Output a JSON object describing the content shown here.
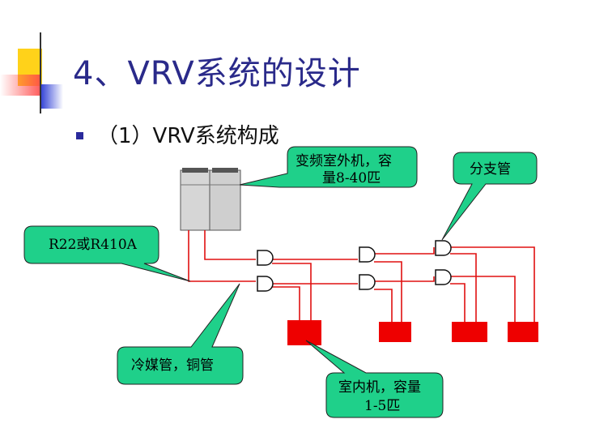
{
  "title": "4、VRV系统的设计",
  "subtitle": "（1）VRV系统构成",
  "callouts": {
    "outdoor_unit": [
      "变频室外机，容",
      "量8-40匹"
    ],
    "branch_pipe": [
      "分支管"
    ],
    "refrigerant": [
      "R22或R410A"
    ],
    "piping": [
      "冷媒管，铜管"
    ],
    "indoor_unit": [
      "室内机，容量",
      "1-5匹"
    ]
  },
  "colors": {
    "title": "#2a2a8a",
    "callout_fill": "#1fd08a",
    "pipe": "#e01010",
    "indoor_unit": "#ee0000",
    "deco_yellow": "#ffd21a",
    "deco_red": "#ff4a4a",
    "deco_blue": "#2f3fd6"
  }
}
